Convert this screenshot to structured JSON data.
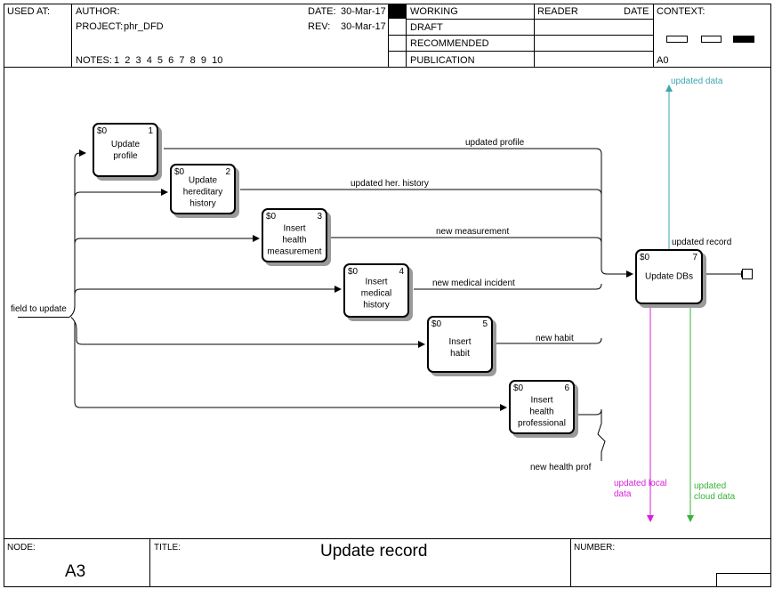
{
  "header": {
    "used_at": "USED AT:",
    "author": "AUTHOR:",
    "project_label": "PROJECT:",
    "project_value": "phr_DFD",
    "date_label": "DATE:",
    "date_value": "30-Mar-17",
    "rev_label": "REV:",
    "rev_value": "30-Mar-17",
    "notes_label": "NOTES:",
    "notes_value": "1  2  3  4  5  6  7  8  9  10",
    "status": [
      "WORKING",
      "DRAFT",
      "RECOMMENDED",
      "PUBLICATION"
    ],
    "reader": "READER",
    "date2": "DATE",
    "context": "CONTEXT:",
    "context_node": "A0"
  },
  "processes": [
    {
      "cost": "$0",
      "num": "1",
      "label": "Update\nprofile"
    },
    {
      "cost": "$0",
      "num": "2",
      "label": "Update\nhereditary\nhistory"
    },
    {
      "cost": "$0",
      "num": "3",
      "label": "Insert\nhealth\nmeasurement"
    },
    {
      "cost": "$0",
      "num": "4",
      "label": "Insert\nmedical\nhistory"
    },
    {
      "cost": "$0",
      "num": "5",
      "label": "Insert\nhabit"
    },
    {
      "cost": "$0",
      "num": "6",
      "label": "Insert\nhealth\nprofessional"
    },
    {
      "cost": "$0",
      "num": "7",
      "label": "Update DBs"
    }
  ],
  "flows": {
    "input": "field to update",
    "f1": "updated profile",
    "f2": "updated her. history",
    "f3": "new measurement",
    "f4": "new medical incident",
    "f5": "new habit",
    "f6": "new health prof",
    "record": "updated record",
    "data": "updated data",
    "local": "updated local\ndata",
    "cloud": "updated\ncloud data"
  },
  "colors": {
    "data": "#3aa6b0",
    "local": "#d91fd9",
    "cloud": "#36b436"
  },
  "footer": {
    "node_label": "NODE:",
    "node_value": "A3",
    "title_label": "TITLE:",
    "title_value": "Update record",
    "number_label": "NUMBER:"
  }
}
